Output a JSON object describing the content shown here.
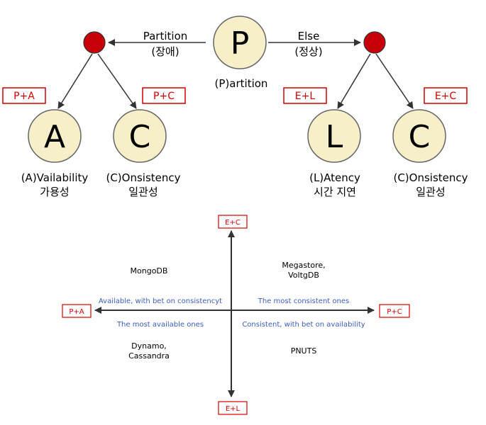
{
  "tree": {
    "root_letter": "P",
    "root_label": "(P)artition",
    "left_edge": {
      "line1": "Partition",
      "line2": "(장애)"
    },
    "right_edge": {
      "line1": "Else",
      "line2": "(정상)"
    },
    "boxes": {
      "pa": "P+A",
      "pc": "P+C",
      "el": "E+L",
      "ec": "E+C"
    },
    "nodes": [
      {
        "letter": "A",
        "line1": "(A)Vailability",
        "line2": "가용성"
      },
      {
        "letter": "C",
        "line1": "(C)Onsistency",
        "line2": "일관성"
      },
      {
        "letter": "L",
        "line1": "(L)Atency",
        "line2": "시간 지연"
      },
      {
        "letter": "C",
        "line1": "(C)Onsistency",
        "line2": "일관성"
      }
    ]
  },
  "quadrant": {
    "axis_labels": {
      "top": "E+C",
      "bottom": "E+L",
      "left": "P+A",
      "right": "P+C"
    },
    "top_left": {
      "db": [
        "MongoDB"
      ],
      "note": "Available, with bet on consistencyt"
    },
    "top_right": {
      "db": [
        "Megastore,",
        "VoltgDB"
      ],
      "note": "The most consistent ones"
    },
    "bottom_left": {
      "db": [
        "Dynamo,",
        "Cassandra"
      ],
      "note": "The most available ones"
    },
    "bottom_right": {
      "db": [
        "PNUTS"
      ],
      "note": "Consistent, with bet on availability"
    }
  },
  "colors": {
    "circle_fill": "#f7efc9",
    "dot": "#c8000a",
    "box": "#d40000",
    "note": "#3a5fc0"
  }
}
